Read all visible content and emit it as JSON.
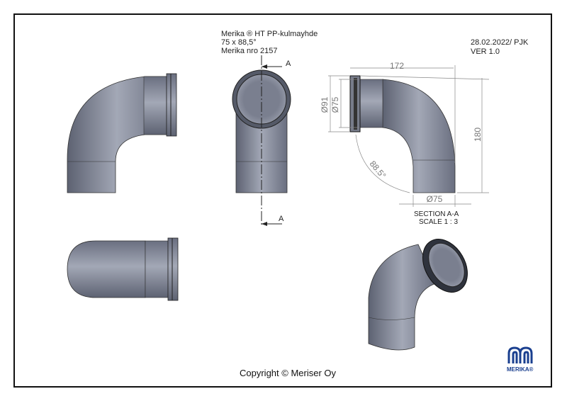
{
  "title": {
    "line1": "Merika ® HT PP-kulmayhde",
    "line2": "75 x 88,5°",
    "line3": "Merika nro  2157"
  },
  "meta": {
    "date": "28.02.2022/ PJK",
    "version": "VER 1.0"
  },
  "section": {
    "marker": "A",
    "label": "SECTION A-A",
    "scale": "SCALE 1 : 3",
    "dimensions": {
      "length": "172",
      "height": "180",
      "outer_diameter": "Ø91",
      "inner_diameter": "Ø75",
      "bottom_diameter": "Ø75",
      "angle": "88.5°"
    }
  },
  "footer": {
    "copyright": "Copyright © Meriser Oy"
  },
  "logo": {
    "text": "MERIKA",
    "color": "#1a3f8f"
  },
  "colors": {
    "pipe_dark": "#5d6272",
    "pipe_light": "#a3a8b6"
  }
}
